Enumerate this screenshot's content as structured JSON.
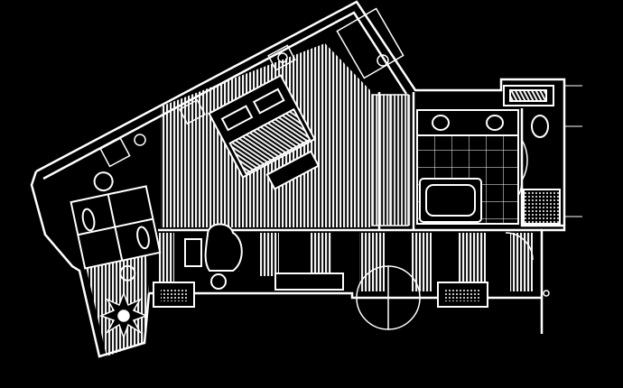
{
  "colors": {
    "background": "#000000",
    "line": "#ffffff",
    "fill": "#e8e8e8"
  },
  "elements": [
    "bed",
    "dining-table",
    "armchair",
    "bathtub",
    "double-sink",
    "toilet",
    "shower",
    "wardrobe",
    "desk",
    "plant",
    "doors"
  ]
}
